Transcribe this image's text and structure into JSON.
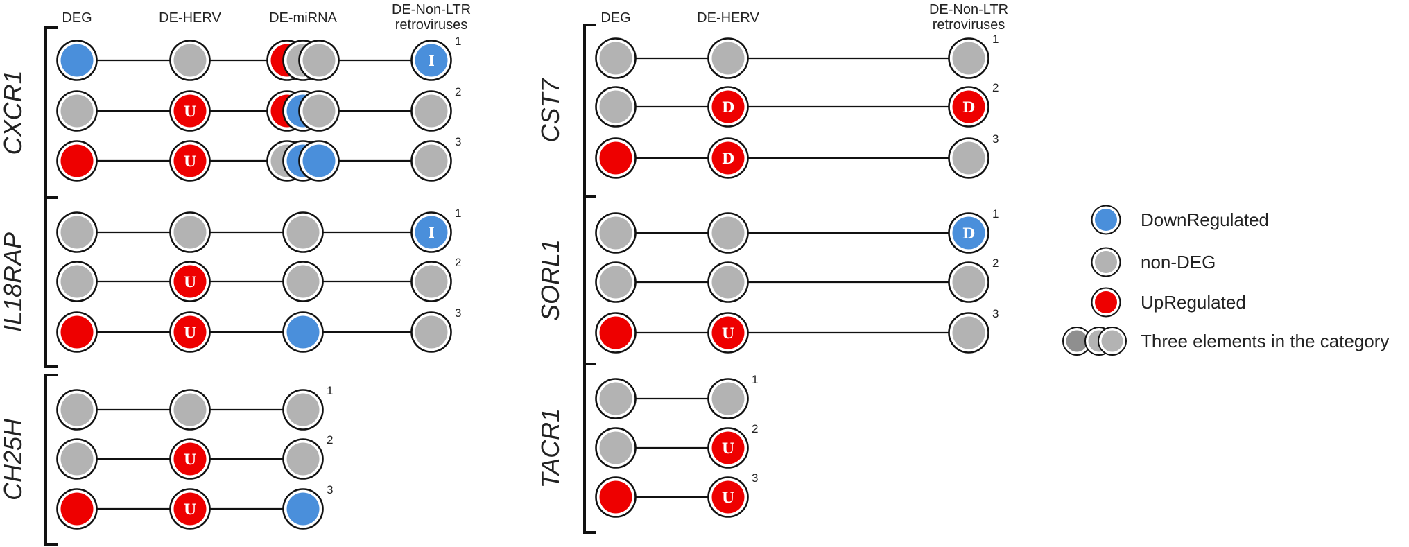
{
  "colors": {
    "down": "#4a8fdb",
    "nondeg": "#b3b3b3",
    "up": "#ee0000",
    "outline": "#111111"
  },
  "panels": [
    {
      "id": "left",
      "headers": [
        "DEG",
        "DE-HERV",
        "DE-miRNA",
        "DE-Non-LTR\nretroviruses"
      ],
      "groups": [
        {
          "gene": "CXCR1",
          "rows": [
            {
              "number": "1",
              "cells": [
                [
                  {
                    "s": "down"
                  }
                ],
                [
                  {
                    "s": "nondeg"
                  }
                ],
                [
                  {
                    "s": "up"
                  },
                  {
                    "s": "nondeg"
                  },
                  {
                    "s": "nondeg"
                  }
                ],
                [
                  {
                    "s": "down",
                    "l": "I"
                  }
                ]
              ]
            },
            {
              "number": "2",
              "cells": [
                [
                  {
                    "s": "nondeg"
                  }
                ],
                [
                  {
                    "s": "up",
                    "l": "U"
                  }
                ],
                [
                  {
                    "s": "up"
                  },
                  {
                    "s": "down"
                  },
                  {
                    "s": "nondeg"
                  }
                ],
                [
                  {
                    "s": "nondeg"
                  }
                ]
              ]
            },
            {
              "number": "3",
              "cells": [
                [
                  {
                    "s": "up"
                  }
                ],
                [
                  {
                    "s": "up",
                    "l": "U"
                  }
                ],
                [
                  {
                    "s": "nondeg"
                  },
                  {
                    "s": "down"
                  },
                  {
                    "s": "down"
                  }
                ],
                [
                  {
                    "s": "nondeg"
                  }
                ]
              ]
            }
          ]
        },
        {
          "gene": "IL18RAP",
          "rows": [
            {
              "number": "1",
              "cells": [
                [
                  {
                    "s": "nondeg"
                  }
                ],
                [
                  {
                    "s": "nondeg"
                  }
                ],
                [
                  {
                    "s": "nondeg"
                  }
                ],
                [
                  {
                    "s": "down",
                    "l": "I"
                  }
                ]
              ]
            },
            {
              "number": "2",
              "cells": [
                [
                  {
                    "s": "nondeg"
                  }
                ],
                [
                  {
                    "s": "up",
                    "l": "U"
                  }
                ],
                [
                  {
                    "s": "nondeg"
                  }
                ],
                [
                  {
                    "s": "nondeg"
                  }
                ]
              ]
            },
            {
              "number": "3",
              "cells": [
                [
                  {
                    "s": "up"
                  }
                ],
                [
                  {
                    "s": "up",
                    "l": "U"
                  }
                ],
                [
                  {
                    "s": "down"
                  }
                ],
                [
                  {
                    "s": "nondeg"
                  }
                ]
              ]
            }
          ]
        },
        {
          "gene": "CH25H",
          "rows": [
            {
              "number": "1",
              "cells": [
                [
                  {
                    "s": "nondeg"
                  }
                ],
                [
                  {
                    "s": "nondeg"
                  }
                ],
                [
                  {
                    "s": "nondeg"
                  }
                ]
              ]
            },
            {
              "number": "2",
              "cells": [
                [
                  {
                    "s": "nondeg"
                  }
                ],
                [
                  {
                    "s": "up",
                    "l": "U"
                  }
                ],
                [
                  {
                    "s": "nondeg"
                  }
                ]
              ]
            },
            {
              "number": "3",
              "cells": [
                [
                  {
                    "s": "up"
                  }
                ],
                [
                  {
                    "s": "up",
                    "l": "U"
                  }
                ],
                [
                  {
                    "s": "down"
                  }
                ]
              ]
            }
          ]
        }
      ]
    },
    {
      "id": "right",
      "headers": [
        "DEG",
        "DE-HERV",
        "DE-Non-LTR\nretroviruses"
      ],
      "groups": [
        {
          "gene": "CST7",
          "rows": [
            {
              "number": "1",
              "cells": [
                [
                  {
                    "s": "nondeg"
                  }
                ],
                [
                  {
                    "s": "nondeg"
                  }
                ],
                [
                  {
                    "s": "nondeg"
                  }
                ]
              ]
            },
            {
              "number": "2",
              "cells": [
                [
                  {
                    "s": "nondeg"
                  }
                ],
                [
                  {
                    "s": "up",
                    "l": "D"
                  }
                ],
                [
                  {
                    "s": "up",
                    "l": "D"
                  }
                ]
              ]
            },
            {
              "number": "3",
              "cells": [
                [
                  {
                    "s": "up"
                  }
                ],
                [
                  {
                    "s": "up",
                    "l": "D"
                  }
                ],
                [
                  {
                    "s": "nondeg"
                  }
                ]
              ]
            }
          ]
        },
        {
          "gene": "SORL1",
          "rows": [
            {
              "number": "1",
              "cells": [
                [
                  {
                    "s": "nondeg"
                  }
                ],
                [
                  {
                    "s": "nondeg"
                  }
                ],
                [
                  {
                    "s": "down",
                    "l": "D"
                  }
                ]
              ]
            },
            {
              "number": "2",
              "cells": [
                [
                  {
                    "s": "nondeg"
                  }
                ],
                [
                  {
                    "s": "nondeg"
                  }
                ],
                [
                  {
                    "s": "nondeg"
                  }
                ]
              ]
            },
            {
              "number": "3",
              "cells": [
                [
                  {
                    "s": "up"
                  }
                ],
                [
                  {
                    "s": "up",
                    "l": "U"
                  }
                ],
                [
                  {
                    "s": "nondeg"
                  }
                ]
              ]
            }
          ]
        },
        {
          "gene": "TACR1",
          "rows": [
            {
              "number": "1",
              "cells": [
                [
                  {
                    "s": "nondeg"
                  }
                ],
                [
                  {
                    "s": "nondeg"
                  }
                ]
              ]
            },
            {
              "number": "2",
              "cells": [
                [
                  {
                    "s": "nondeg"
                  }
                ],
                [
                  {
                    "s": "up",
                    "l": "U"
                  }
                ]
              ]
            },
            {
              "number": "3",
              "cells": [
                [
                  {
                    "s": "up"
                  }
                ],
                [
                  {
                    "s": "up",
                    "l": "U"
                  }
                ]
              ]
            }
          ]
        }
      ]
    }
  ],
  "legend": [
    {
      "key": "down",
      "label": "DownRegulated"
    },
    {
      "key": "nondeg",
      "label": "non-DEG"
    },
    {
      "key": "up",
      "label": "UpRegulated"
    },
    {
      "key": "triple",
      "label": "Three elements in the category"
    }
  ]
}
